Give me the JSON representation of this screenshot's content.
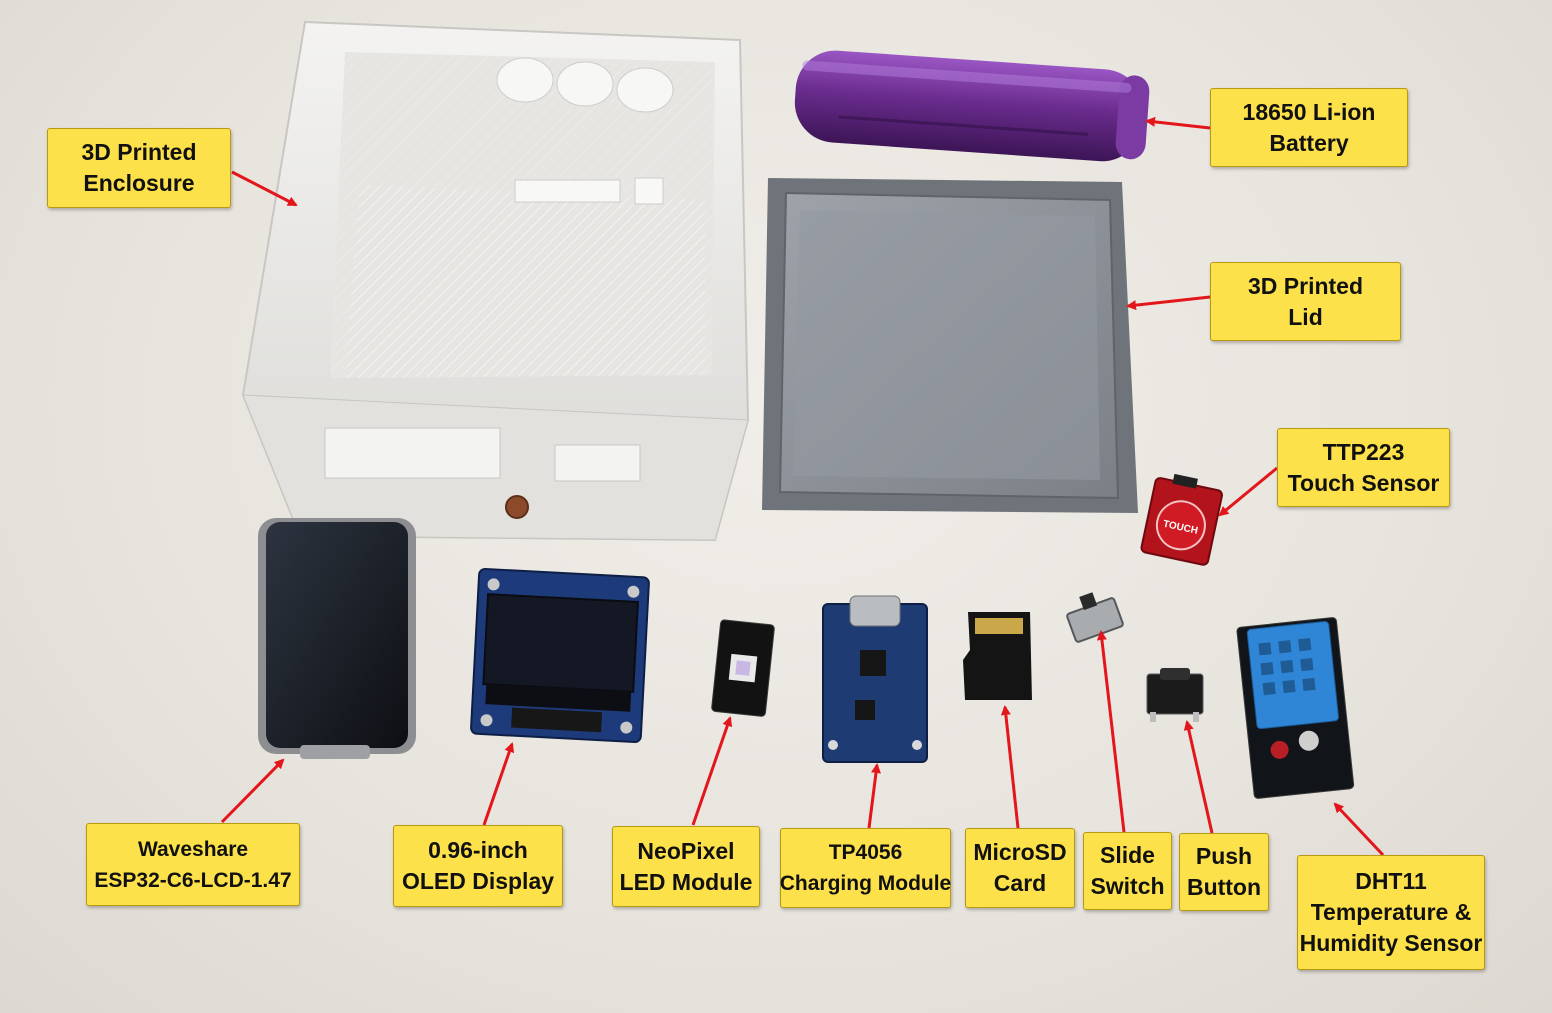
{
  "labels": {
    "enclosure": {
      "line1": "3D Printed",
      "line2": "Enclosure"
    },
    "battery": {
      "line1": "18650 Li-ion",
      "line2": "Battery"
    },
    "lid": {
      "line1": "3D Printed",
      "line2": "Lid"
    },
    "touch": {
      "line1": "TTP223",
      "line2": "Touch Sensor"
    },
    "waveshare": {
      "line1": "Waveshare",
      "line2": "ESP32-C6-LCD-1.47"
    },
    "oled": {
      "line1": "0.96-inch",
      "line2": "OLED Display"
    },
    "neopixel": {
      "line1": "NeoPixel",
      "line2": "LED Module"
    },
    "tp4056": {
      "line1": "TP4056",
      "line2": "Charging Module"
    },
    "microsd": {
      "line1": "MicroSD",
      "line2": "Card"
    },
    "slide": {
      "line1": "Slide",
      "line2": "Switch"
    },
    "push": {
      "line1": "Push",
      "line2": "Button"
    },
    "dht11": {
      "line1": "DHT11",
      "line2": "Temperature &",
      "line3": "Humidity Sensor"
    }
  },
  "printed_marks": {
    "touch_pad": "TOUCH"
  },
  "colors": {
    "label_bg": "#fde14a",
    "arrow": "#e3161b",
    "battery": "#6a2c8e",
    "lid": "#8d9299",
    "pcb": "#1f3b73",
    "touch_board": "#b3131b",
    "dht_sensor": "#2f86d6"
  }
}
